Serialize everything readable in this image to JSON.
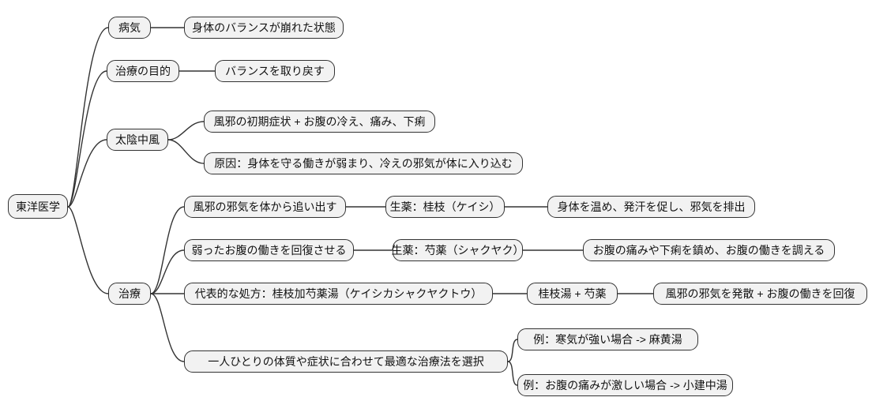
{
  "diagram": {
    "type": "mindmap",
    "language": "ja",
    "topic": "東洋医学"
  },
  "colors": {
    "background": "#ffffff",
    "node_fill": "#f2f2f2",
    "node_border": "#333333",
    "edge": "#333333",
    "text": "#111111"
  },
  "nodes": [
    {
      "id": "root",
      "label": "東洋医学"
    },
    {
      "id": "illness",
      "label": "病気"
    },
    {
      "id": "illness-def",
      "label": "身体のバランスが崩れた状態"
    },
    {
      "id": "treatment-goal",
      "label": "治療の目的"
    },
    {
      "id": "treatment-goal-def",
      "label": "バランスを取り戻す"
    },
    {
      "id": "taiin-chufu",
      "label": "太陰中風"
    },
    {
      "id": "taiin-symptoms",
      "label": "風邪の初期症状 + お腹の冷え、痛み、下痢"
    },
    {
      "id": "taiin-cause",
      "label": "原因：身体を守る働きが弱まり、冷えの邪気が体に入り込む"
    },
    {
      "id": "treatment",
      "label": "治療"
    },
    {
      "id": "expel-evil",
      "label": "風邪の邪気を体から追い出す"
    },
    {
      "id": "herb-keishi",
      "label": "生薬：桂枝（ケイシ）"
    },
    {
      "id": "keishi-effect",
      "label": "身体を温め、発汗を促し、邪気を排出"
    },
    {
      "id": "recover-stomach",
      "label": "弱ったお腹の働きを回復させる"
    },
    {
      "id": "herb-shakuyaku",
      "label": "生薬：芍薬（シャクヤク）"
    },
    {
      "id": "shakuyaku-effect",
      "label": "お腹の痛みや下痢を鎮め、お腹の働きを調える"
    },
    {
      "id": "prescription",
      "label": "代表的な処方：桂枝加芍薬湯（ケイシカシャクヤクトウ）"
    },
    {
      "id": "composition",
      "label": "桂枝湯 + 芍薬"
    },
    {
      "id": "composition-effect",
      "label": "風邪の邪気を発散 + お腹の働きを回復"
    },
    {
      "id": "tailored-selection",
      "label": "一人ひとりの体質や症状に合わせて最適な治療法を選択"
    },
    {
      "id": "example-strong-chill",
      "label": "例：寒気が強い場合 -> 麻黄湯"
    },
    {
      "id": "example-severe-pain",
      "label": "例：お腹の痛みが激しい場合 -> 小建中湯"
    }
  ],
  "edges": [
    {
      "from": "root",
      "to": "illness"
    },
    {
      "from": "illness",
      "to": "illness-def"
    },
    {
      "from": "root",
      "to": "treatment-goal"
    },
    {
      "from": "treatment-goal",
      "to": "treatment-goal-def"
    },
    {
      "from": "root",
      "to": "taiin-chufu"
    },
    {
      "from": "taiin-chufu",
      "to": "taiin-symptoms"
    },
    {
      "from": "taiin-chufu",
      "to": "taiin-cause"
    },
    {
      "from": "root",
      "to": "treatment"
    },
    {
      "from": "treatment",
      "to": "expel-evil"
    },
    {
      "from": "expel-evil",
      "to": "herb-keishi"
    },
    {
      "from": "herb-keishi",
      "to": "keishi-effect"
    },
    {
      "from": "treatment",
      "to": "recover-stomach"
    },
    {
      "from": "recover-stomach",
      "to": "herb-shakuyaku"
    },
    {
      "from": "herb-shakuyaku",
      "to": "shakuyaku-effect"
    },
    {
      "from": "treatment",
      "to": "prescription"
    },
    {
      "from": "prescription",
      "to": "composition"
    },
    {
      "from": "composition",
      "to": "composition-effect"
    },
    {
      "from": "treatment",
      "to": "tailored-selection"
    },
    {
      "from": "tailored-selection",
      "to": "example-strong-chill"
    },
    {
      "from": "tailored-selection",
      "to": "example-severe-pain"
    }
  ]
}
